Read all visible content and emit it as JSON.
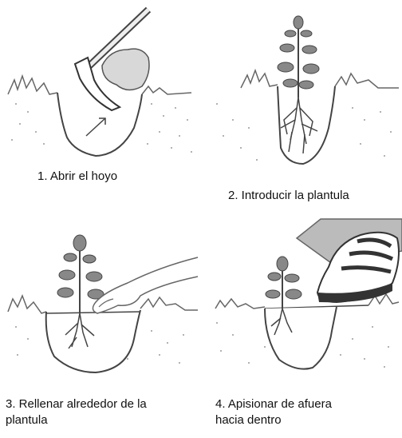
{
  "steps": [
    {
      "caption_lines": [
        "1. Abrir el hoyo"
      ]
    },
    {
      "caption_lines": [
        "2. Introducir la plantula"
      ]
    },
    {
      "caption_lines": [
        "3. Rellenar alrededor de la",
        "plantula"
      ]
    },
    {
      "caption_lines": [
        "4. Apisionar de afuera",
        "hacia dentro"
      ]
    }
  ],
  "colors": {
    "line": "#444444",
    "soil_dots": "#9a9a9a",
    "grass": "#666666",
    "plant_dark": "#555555",
    "boot": "#333333",
    "leg": "#bbbbbb"
  }
}
